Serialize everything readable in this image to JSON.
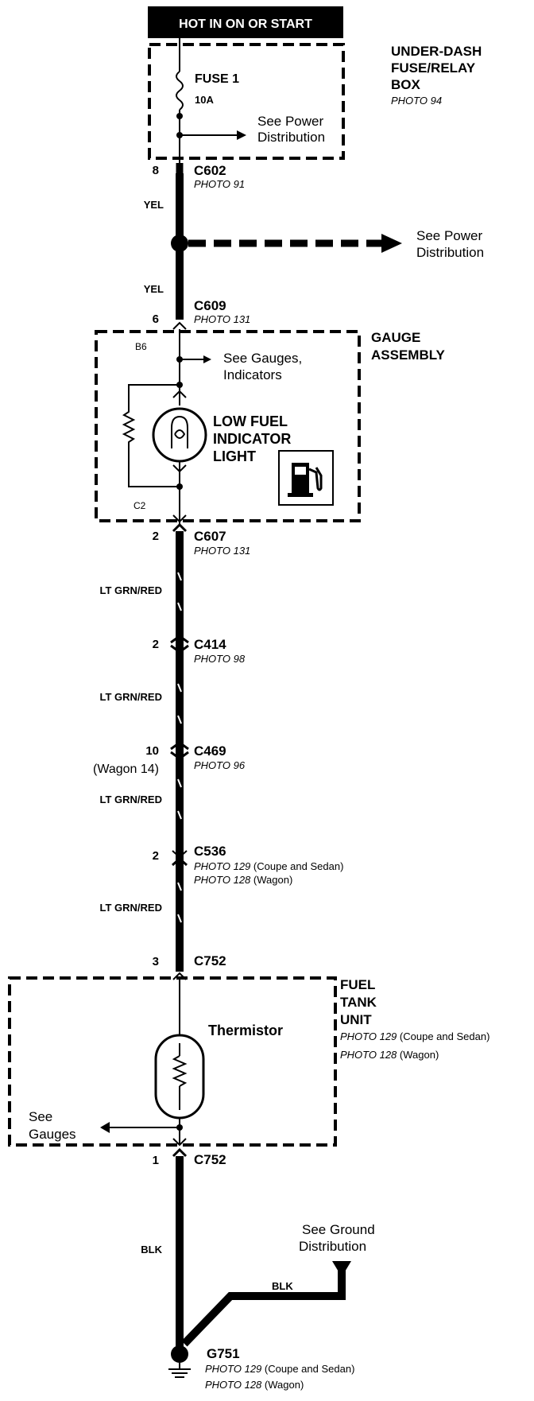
{
  "header": {
    "power_label": "HOT IN ON OR START"
  },
  "fuse_box": {
    "title1": "UNDER-DASH",
    "title2": "FUSE/RELAY",
    "title3": "BOX",
    "photo": "PHOTO 94"
  },
  "fuse": {
    "name": "FUSE 1",
    "rating": "10A",
    "see1": "See Power",
    "see2": "Distribution"
  },
  "connectors": {
    "c602": {
      "pin": "8",
      "name": "C602",
      "photo": "PHOTO 91"
    },
    "c609": {
      "pin": "6",
      "name": "C609",
      "photo": "PHOTO 131"
    },
    "c607": {
      "pin": "2",
      "name": "C607",
      "photo": "PHOTO 131"
    },
    "c414": {
      "pin": "2",
      "name": "C414",
      "photo": "PHOTO 98"
    },
    "c469": {
      "pin": "10",
      "pin_alt": "(Wagon 14)",
      "name": "C469",
      "photo": "PHOTO 96"
    },
    "c536": {
      "pin": "2",
      "name": "C536",
      "photo1": "PHOTO 129",
      "note1": "(Coupe and Sedan)",
      "photo2": "PHOTO 128",
      "note2": "(Wagon)"
    },
    "c752_top": {
      "pin": "3",
      "name": "C752"
    },
    "c752_bot": {
      "pin": "1",
      "name": "C752"
    }
  },
  "wires": {
    "yel1": "YEL",
    "yel2": "YEL",
    "ltgrn1": "LT GRN/RED",
    "ltgrn2": "LT GRN/RED",
    "ltgrn3": "LT GRN/RED",
    "ltgrn4": "LT GRN/RED",
    "blk1": "BLK",
    "blk2": "BLK"
  },
  "splice": {
    "see1": "See Power",
    "see2": "Distribution"
  },
  "gauge": {
    "title1": "GAUGE",
    "title2": "ASSEMBLY",
    "pin_in": "B6",
    "pin_out": "C2",
    "see1": "See Gauges,",
    "see2": "Indicators",
    "light1": "LOW FUEL",
    "light2": "INDICATOR",
    "light3": "LIGHT",
    "icon": "fuel-pump-icon"
  },
  "tank": {
    "title1": "FUEL",
    "title2": "TANK",
    "title3": "UNIT",
    "photo1": "PHOTO 129",
    "note1": "(Coupe and Sedan)",
    "photo2": "PHOTO 128",
    "note2": "(Wagon)",
    "thermistor": "Thermistor",
    "see1": "See",
    "see2": "Gauges"
  },
  "ground_dist": {
    "see1": "See Ground",
    "see2": "Distribution"
  },
  "ground": {
    "name": "G751",
    "photo1": "PHOTO 129",
    "note1": "(Coupe and Sedan)",
    "photo2": "PHOTO 128",
    "note2": "(Wagon)"
  }
}
